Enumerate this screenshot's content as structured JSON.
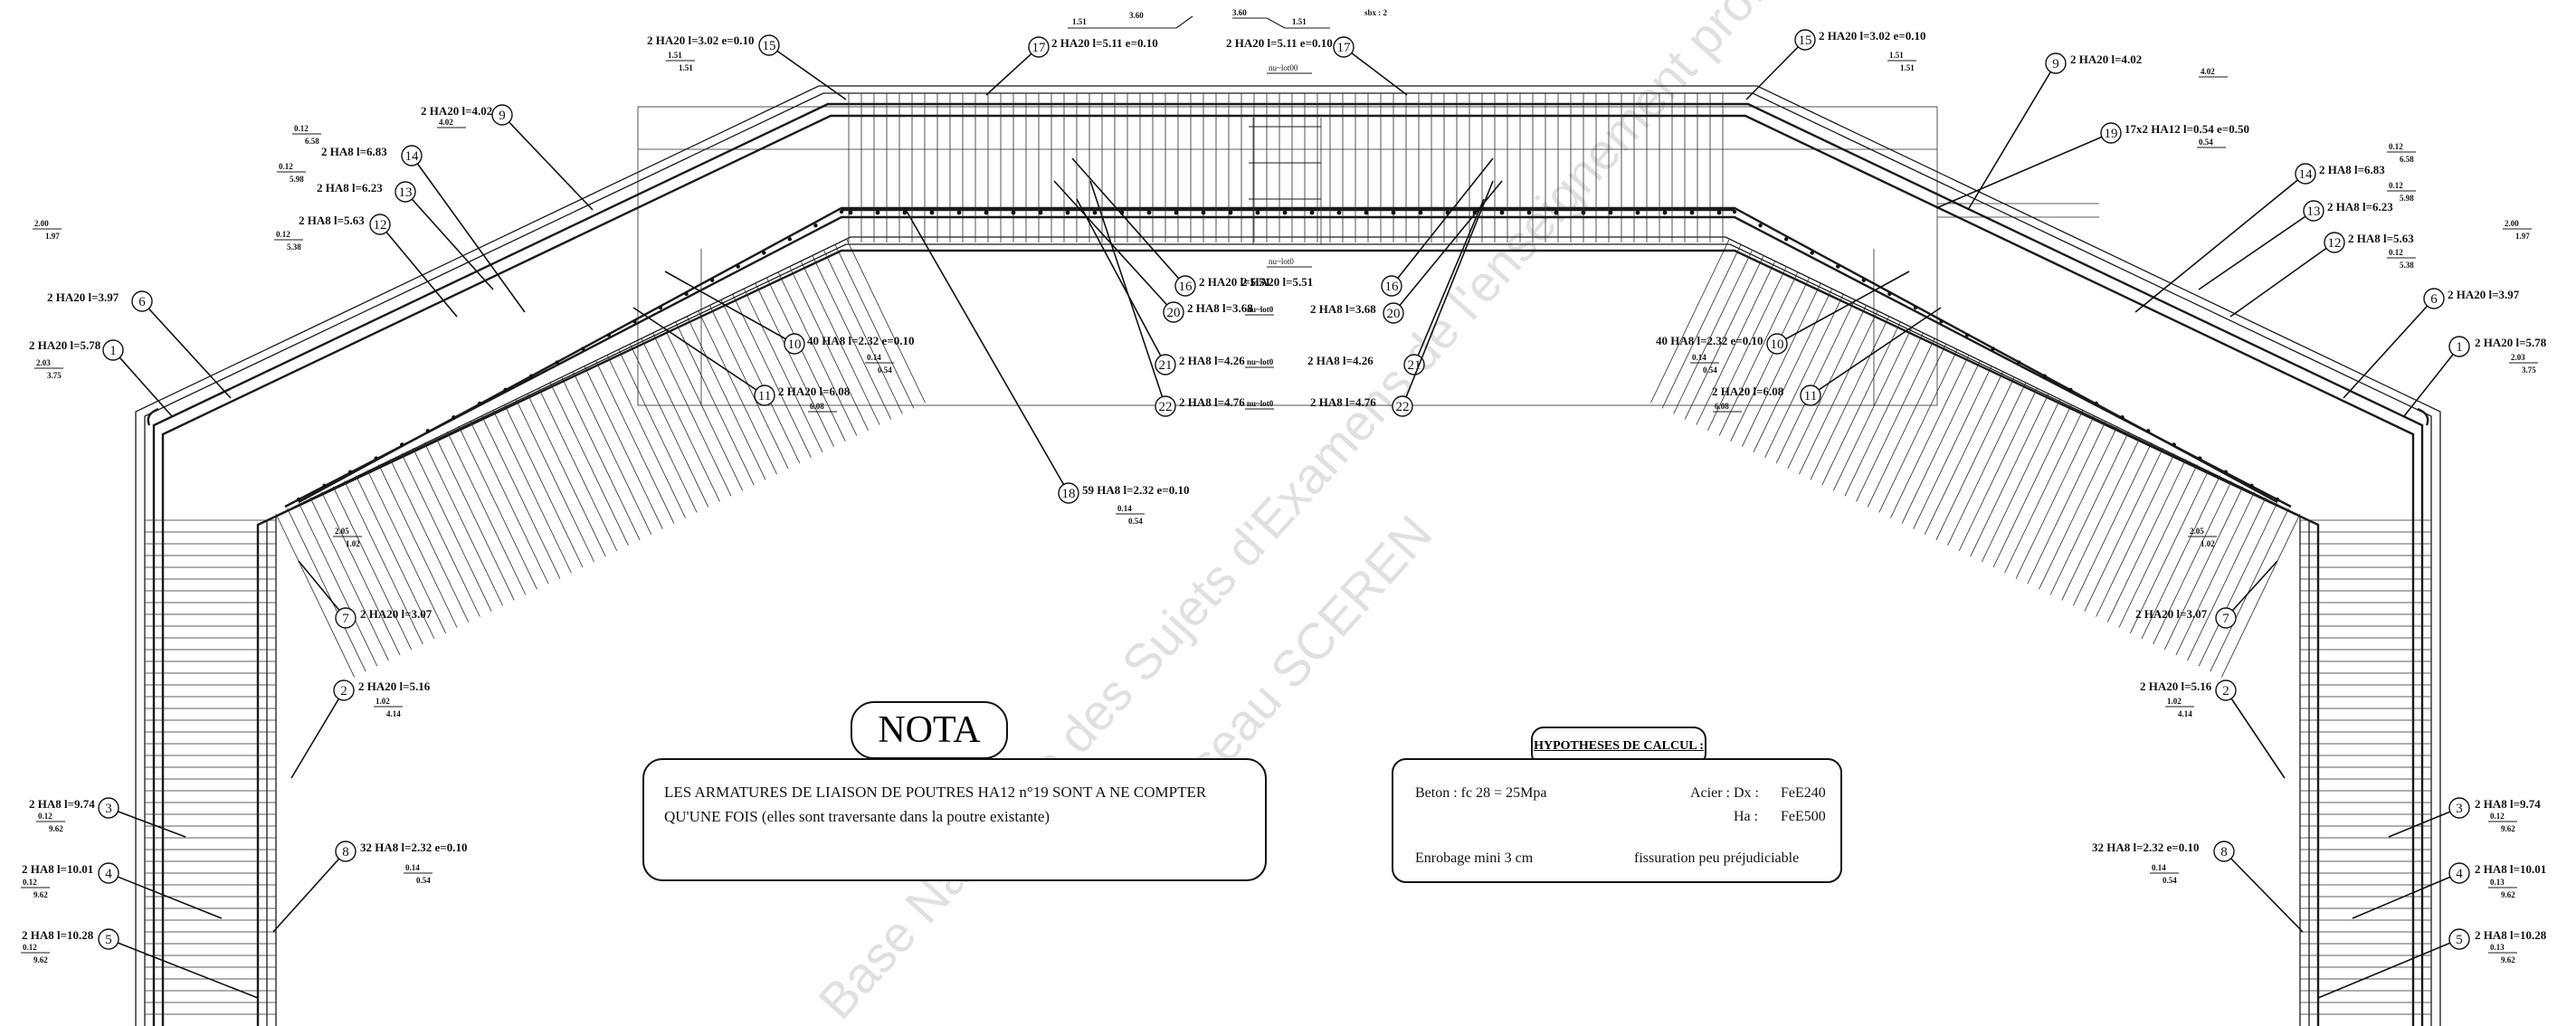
{
  "drawing": {
    "scale_label": "sbx : 2",
    "top_dims": {
      "a": "1.51",
      "b": "3.60",
      "c": "3.60",
      "d": "1.51"
    },
    "mid_labels": {
      "upper": "nu~lot00",
      "lower": "nu~lot0"
    }
  },
  "nota": {
    "title": "NOTA",
    "line1": "LES ARMATURES DE LIAISON DE POUTRES HA12 n°19 SONT A NE COMPTER",
    "line2": "QU'UNE FOIS (elles sont traversante dans la poutre existante)"
  },
  "hypotheses": {
    "title": "HYPOTHESES DE CALCUL :",
    "beton": "Beton : fc 28 = 25Mpa",
    "acier_label": "Acier : Dx :",
    "acier_value": "FeE240",
    "ha_label": "Ha :",
    "ha_value": "FeE500",
    "enrobage": "Enrobage mini 3 cm",
    "fissuration": "fissuration peu préjudiciable"
  },
  "watermark": {
    "line1": "Base Nationale des Sujets d'Examens de l'enseignement professionnel",
    "line2": "Réseau SCEREN"
  },
  "callouts_left": [
    {
      "n": "1",
      "text": "2 HA20 l=5.78",
      "d1": "2.03",
      "d2": "3.75"
    },
    {
      "n": "2",
      "text": "2 HA20 l=5.16",
      "d1": "1.02",
      "d2": "4.14"
    },
    {
      "n": "3",
      "text": "2 HA8 l=9.74",
      "d1": "0.12",
      "d2": "9.62"
    },
    {
      "n": "4",
      "text": "2 HA8 l=10.01",
      "d1": "0.12",
      "d2": "9.62"
    },
    {
      "n": "5",
      "text": "2 HA8 l=10.28",
      "d1": "0.12",
      "d2": "9.62"
    },
    {
      "n": "6",
      "text": "2 HA20 l=3.97",
      "d1": "2.00",
      "d2": "1.97"
    },
    {
      "n": "7",
      "text": "2 HA20 l=3.07",
      "d1": "2.05",
      "d2": "1.02"
    },
    {
      "n": "8",
      "text": "32 HA8 l=2.32 e=0.10",
      "d1": "0.14",
      "d2": "0.54"
    },
    {
      "n": "9",
      "text": "2 HA20 l=4.02",
      "d1": "4.02"
    },
    {
      "n": "10",
      "text": "40 HA8 l=2.32 e=0.10",
      "d1": "0.14",
      "d2": "0.54"
    },
    {
      "n": "11",
      "text": "2 HA20 l=6.08",
      "d1": "6.08"
    },
    {
      "n": "12",
      "text": "2 HA8 l=5.63",
      "d1": "0.12",
      "d2": "5.38"
    },
    {
      "n": "13",
      "text": "2 HA8 l=6.23",
      "d1": "0.12",
      "d2": "5.98"
    },
    {
      "n": "14",
      "text": "2 HA8 l=6.83",
      "d1": "0.12",
      "d2": "6.58"
    },
    {
      "n": "15",
      "text": "2 HA20 l=3.02 e=0.10",
      "d1": "1.51",
      "d2": "1.51"
    },
    {
      "n": "16",
      "text": "2 HA20 l=5.51"
    },
    {
      "n": "17",
      "text": "2 HA20 l=5.11 e=0.10"
    },
    {
      "n": "18",
      "text": "59 HA8 l=2.32 e=0.10",
      "d1": "0.14",
      "d2": "0.54"
    },
    {
      "n": "20",
      "text": "2 HA8 l=3.68",
      "d1": "nu~lot0"
    },
    {
      "n": "21",
      "text": "2 HA8 l=4.26",
      "d1": "nu~lot0"
    },
    {
      "n": "22",
      "text": "2 HA8 l=4.76",
      "d1": "nu~lot0"
    }
  ],
  "callouts_right": [
    {
      "n": "1",
      "text": "2 HA20 l=5.78",
      "d1": "2.03",
      "d2": "3.75"
    },
    {
      "n": "2",
      "text": "2 HA20 l=5.16",
      "d1": "1.02",
      "d2": "4.14"
    },
    {
      "n": "3",
      "text": "2 HA8 l=9.74",
      "d1": "0.12",
      "d2": "9.62"
    },
    {
      "n": "4",
      "text": "2 HA8 l=10.01",
      "d1": "0.13",
      "d2": "9.62"
    },
    {
      "n": "5",
      "text": "2 HA8 l=10.28",
      "d1": "0.13",
      "d2": "9.62"
    },
    {
      "n": "6",
      "text": "2 HA20 l=3.97",
      "d1": "2.00",
      "d2": "1.97"
    },
    {
      "n": "7",
      "text": "2 HA20 l=3.07",
      "d1": "2.05",
      "d2": "1.02"
    },
    {
      "n": "8",
      "text": "32 HA8 l=2.32 e=0.10",
      "d1": "0.14",
      "d2": "0.54"
    },
    {
      "n": "9",
      "text": "2 HA20 l=4.02",
      "d1": "4.02"
    },
    {
      "n": "10",
      "text": "40 HA8 l=2.32 e=0.10",
      "d1": "0.14",
      "d2": "0.54"
    },
    {
      "n": "11",
      "text": "2 HA20 l=6.08",
      "d1": "6.08"
    },
    {
      "n": "12",
      "text": "2 HA8 l=5.63",
      "d1": "0.12",
      "d2": "5.38"
    },
    {
      "n": "13",
      "text": "2 HA8 l=6.23",
      "d1": "0.12",
      "d2": "5.98"
    },
    {
      "n": "14",
      "text": "2 HA8 l=6.83",
      "d1": "0.12",
      "d2": "6.58"
    },
    {
      "n": "15",
      "text": "2 HA20 l=3.02 e=0.10",
      "d1": "1.51",
      "d2": "1.51"
    },
    {
      "n": "16",
      "text": "2 HA20 l=5.51"
    },
    {
      "n": "17",
      "text": "2 HA20 l=5.11 e=0.10"
    },
    {
      "n": "19",
      "text": "17x2 HA12 l=0.54 e=0.50",
      "d1": "0.54"
    },
    {
      "n": "20",
      "text": "2 HA8 l=3.68"
    },
    {
      "n": "21",
      "text": "2 HA8 l=4.26"
    },
    {
      "n": "22",
      "text": "2 HA8 l=4.76"
    }
  ]
}
